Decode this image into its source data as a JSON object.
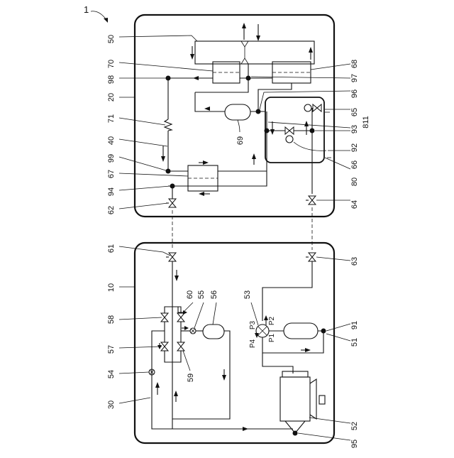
{
  "figure_ref": "1",
  "labels": {
    "l50": "50",
    "l70": "70",
    "l98": "98",
    "l20": "20",
    "l71": "71",
    "l40": "40",
    "l99": "99",
    "l67": "67",
    "l94": "94",
    "l62": "62",
    "l97": "97",
    "l68": "68",
    "l96": "96",
    "l65": "65",
    "l93": "93",
    "l92": "92",
    "l66": "66",
    "l80": "80",
    "l811": "811",
    "l64": "64",
    "l69": "69",
    "l61": "61",
    "l10": "10",
    "l58": "58",
    "l57": "57",
    "l54": "54",
    "l30": "30",
    "l60": "60",
    "l55": "55",
    "l56": "56",
    "l59": "59",
    "l53": "53",
    "l63": "63",
    "l91": "91",
    "l51": "51",
    "l52": "52",
    "l95": "95",
    "lP1": "P1",
    "lP2": "P2",
    "lP3": "P3",
    "lP4": "P4"
  }
}
